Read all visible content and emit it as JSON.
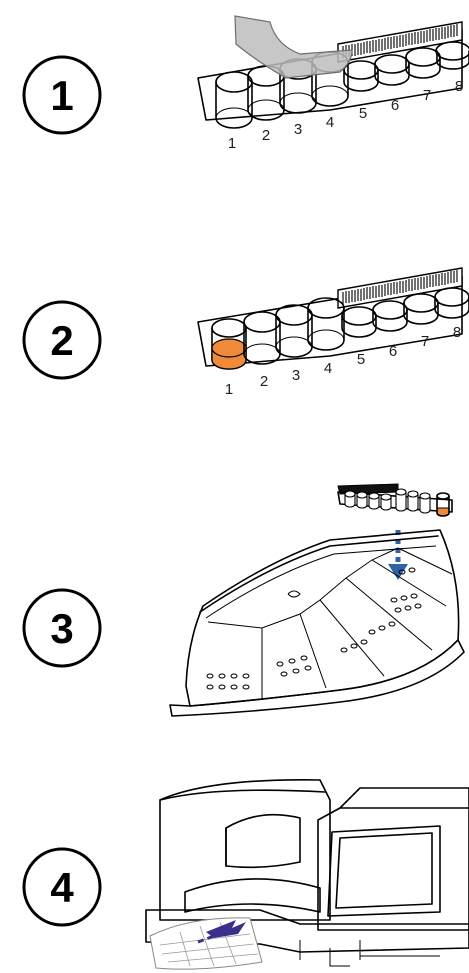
{
  "steps": [
    {
      "number": "1",
      "well_labels": [
        "1",
        "2",
        "3",
        "4",
        "5",
        "6",
        "7",
        "8"
      ]
    },
    {
      "number": "2",
      "well_labels": [
        "1",
        "2",
        "3",
        "4",
        "5",
        "6",
        "7",
        "8"
      ]
    },
    {
      "number": "3"
    },
    {
      "number": "4"
    }
  ],
  "colors": {
    "film": "#bdbdbd",
    "yellow_reagent": "#f5e58a",
    "pink_reagent": "#f2c8bd",
    "cream_reagent": "#f1f1e4",
    "sample_orange": "#ee8a3a",
    "arrow_blue": "#2f63a8",
    "arrow_purple": "#3a2f8f"
  }
}
